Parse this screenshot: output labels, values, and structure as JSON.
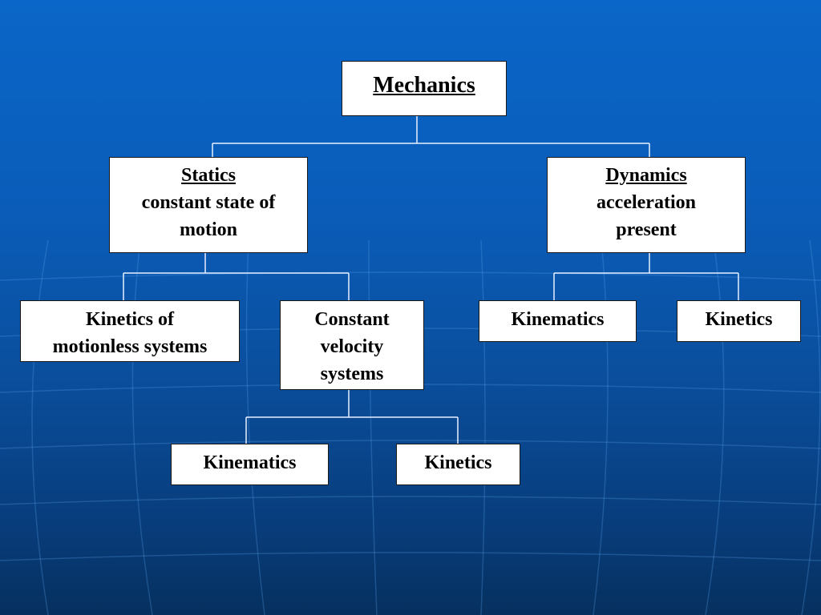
{
  "diagram": {
    "root": {
      "label": "Mechanics"
    },
    "statics": {
      "title": "Statics",
      "line1": "constant state of",
      "line2": "motion"
    },
    "dynamics": {
      "title": "Dynamics",
      "line1": "acceleration",
      "line2": "present"
    },
    "kinetics_motionless": {
      "line1": "Kinetics of",
      "line2": "motionless systems"
    },
    "constant_velocity": {
      "line1": "Constant",
      "line2": "velocity",
      "line3": "systems"
    },
    "dynamics_kinematics": {
      "label": "Kinematics"
    },
    "dynamics_kinetics": {
      "label": "Kinetics"
    },
    "cv_kinematics": {
      "label": "Kinematics"
    },
    "cv_kinetics": {
      "label": "Kinetics"
    }
  },
  "colors": {
    "background_top": "#0a66c8",
    "background_bottom": "#06305f",
    "box_fill": "#ffffff",
    "connector": "#e8f0ff"
  }
}
